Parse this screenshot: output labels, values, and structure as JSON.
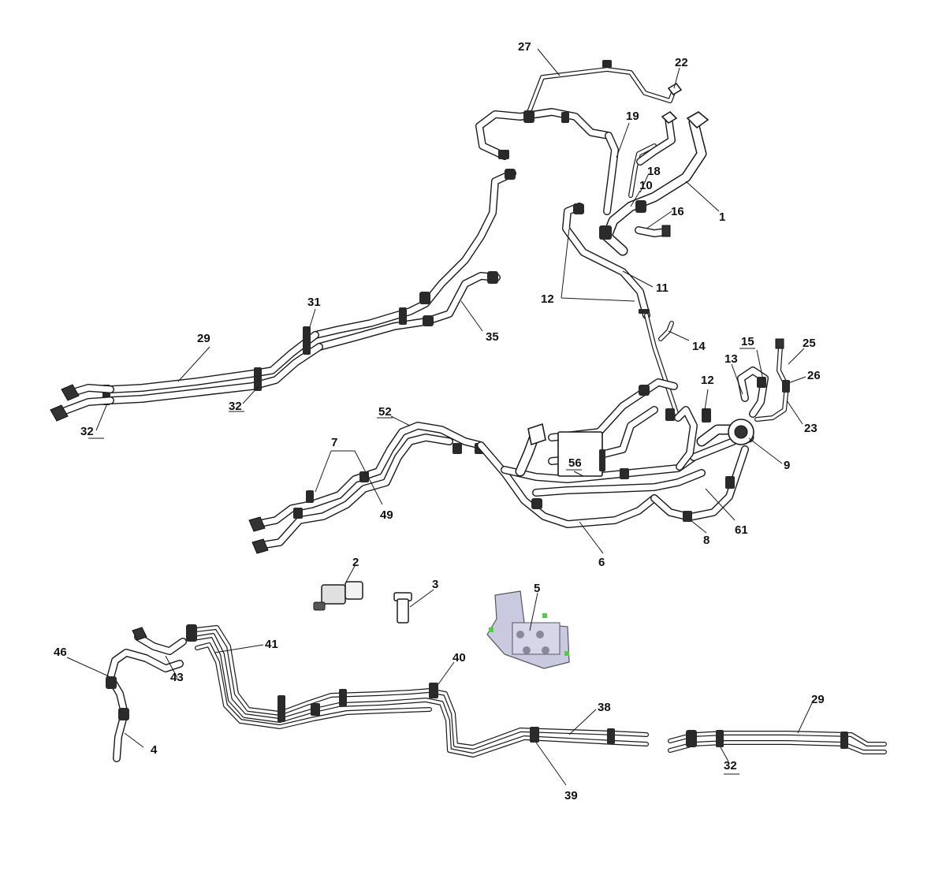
{
  "labels": {
    "l1": "1",
    "l2": "2",
    "l3": "3",
    "l4": "4",
    "l5": "5",
    "l6": "6",
    "l7": "7",
    "l8": "8",
    "l9": "9",
    "l10": "10",
    "l11": "11",
    "l12a": "12",
    "l12b": "12",
    "l13": "13",
    "l14": "14",
    "l15": "15",
    "l16": "16",
    "l18": "18",
    "l19": "19",
    "l22": "22",
    "l23": "23",
    "l25": "25",
    "l26": "26",
    "l27": "27",
    "l29a": "29",
    "l29b": "29",
    "l31": "31",
    "l32a": "32",
    "l32b": "32",
    "l32c": "32",
    "l35": "35",
    "l38": "38",
    "l39": "39",
    "l40": "40",
    "l41": "41",
    "l43": "43",
    "l46": "46",
    "l49": "49",
    "l52": "52",
    "l56": "56",
    "l61": "61"
  },
  "colors": {
    "line": "#1a1a1a",
    "module_fill": "#c9c9df",
    "module_marker": "#55cc44"
  }
}
